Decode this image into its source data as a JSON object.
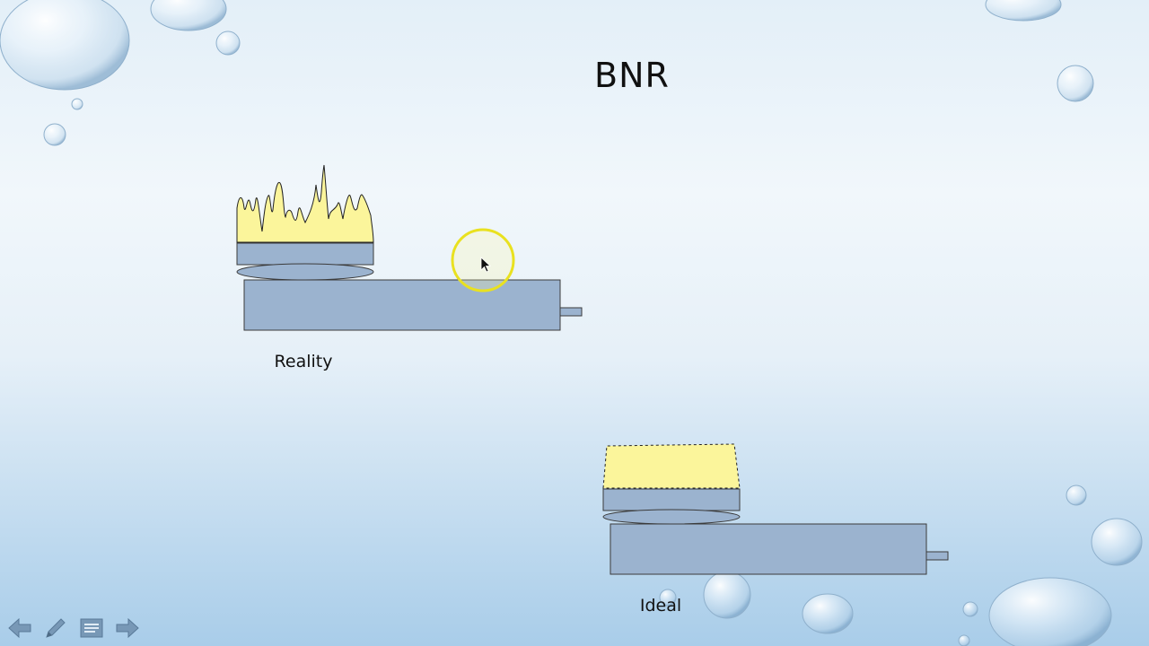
{
  "slide": {
    "title": "BNR",
    "reality_label": "Reality",
    "ideal_label": "Ideal"
  },
  "colors": {
    "equipment_fill": "#9bb3cf",
    "equipment_stroke": "#3b3b3b",
    "flame_fill": "#fbf59b",
    "pointer_ring": "#e9e11f"
  },
  "nav": {
    "icons": [
      "arrow-left-icon",
      "pen-icon",
      "notes-icon",
      "arrow-right-icon"
    ]
  }
}
